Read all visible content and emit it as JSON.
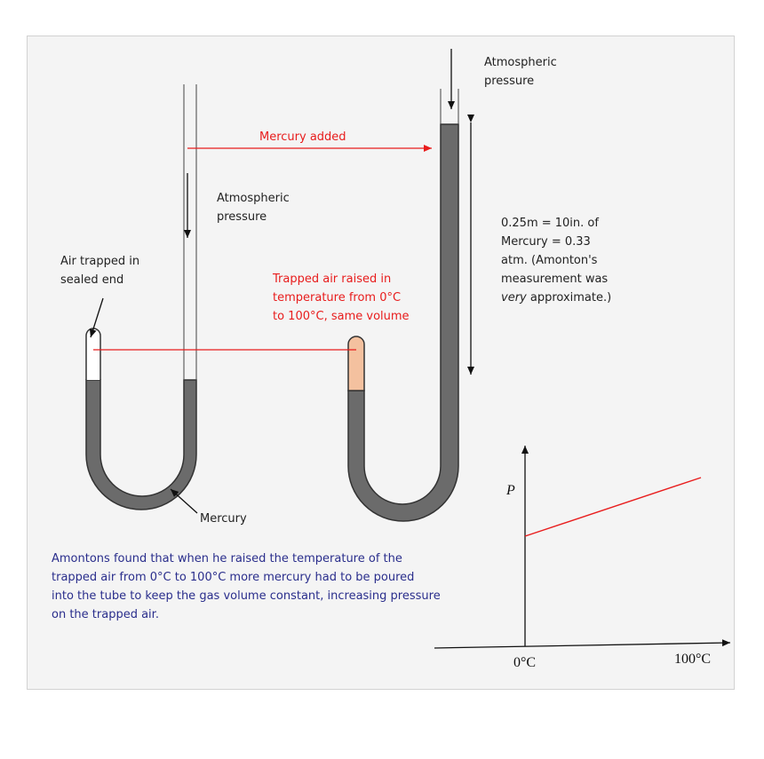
{
  "colors": {
    "panel_bg": "#f4f4f4",
    "mercury": "#6b6b6b",
    "heated_air": "#f4c19f",
    "annotation_red": "#e81c1c",
    "caption_blue": "#2a2e8c",
    "text": "#222222"
  },
  "labels": {
    "atm_top": [
      "Atmospheric",
      "pressure"
    ],
    "mercury_added": "Mercury added",
    "atm_mid": [
      "Atmospheric",
      "pressure"
    ],
    "air_trapped": [
      "Air trapped in",
      "sealed end"
    ],
    "trapped_raised": [
      "Trapped air raised in",
      "temperature from 0°C",
      "to 100°C, same volume"
    ],
    "measurement": {
      "line1": "0.25m = 10in. of",
      "line2": "Mercury = 0.33",
      "line3": "atm. (Amonton's",
      "line4": "measurement was",
      "line5_italic": "very",
      "line5_rest": " approximate.)"
    },
    "mercury": "Mercury",
    "caption": [
      "Amontons found that when he raised the temperature of the",
      "trapped air from  0°C to 100°C more mercury had to be poured",
      "into the tube to keep the gas volume constant, increasing pressure",
      "on the trapped air."
    ]
  },
  "graph": {
    "y_label": "P",
    "x_tick_start": "0°C",
    "x_tick_end": "100°C"
  }
}
